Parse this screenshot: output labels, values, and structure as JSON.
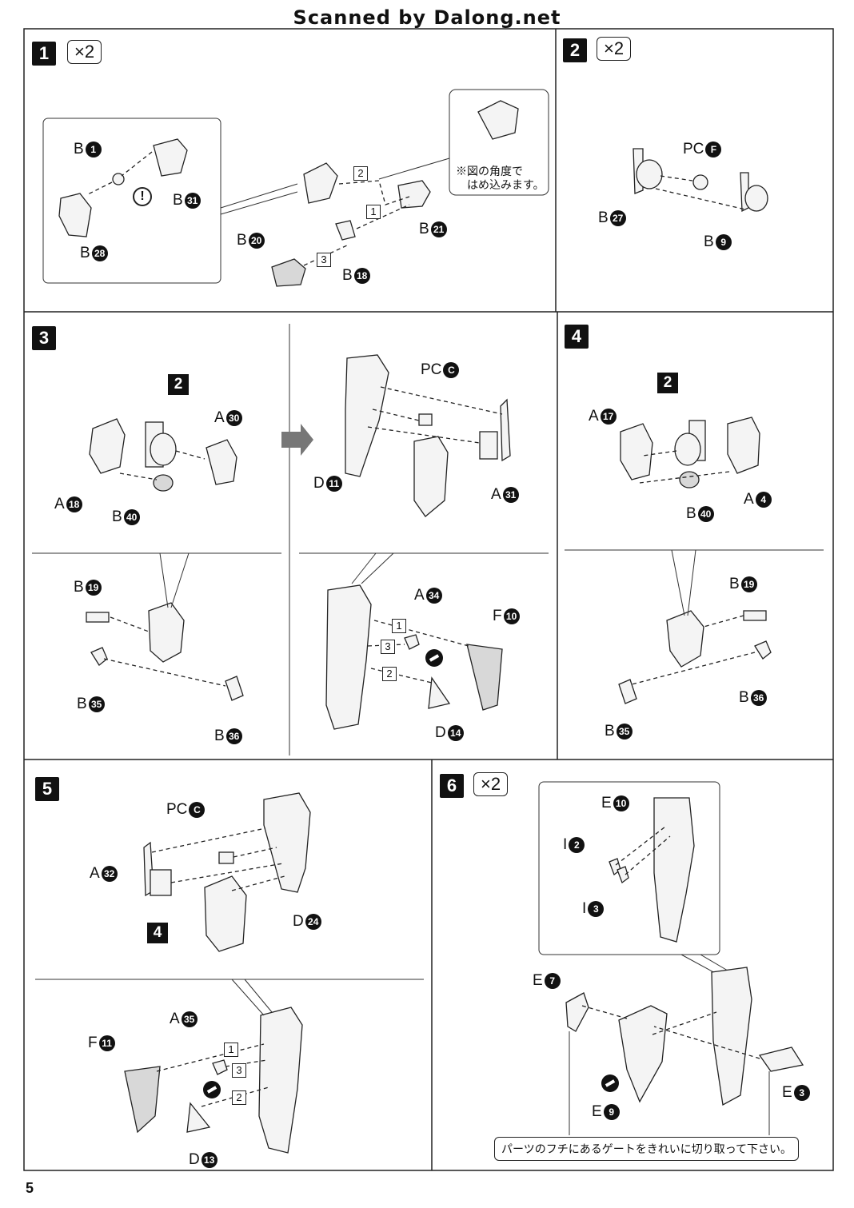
{
  "header": {
    "watermark": "Scanned by Dalong.net"
  },
  "page_number": "5",
  "steps": {
    "s1": {
      "number": "1",
      "multiplier": "×2",
      "labels": {
        "b1": "B",
        "b1n": "1",
        "b31": "B",
        "b31n": "31",
        "b28": "B",
        "b28n": "28",
        "b20": "B",
        "b20n": "20",
        "b21": "B",
        "b21n": "21",
        "b18": "B",
        "b18n": "18"
      },
      "order": [
        "2",
        "1",
        "3"
      ],
      "note_line1": "※図の角度で",
      "note_line2": "はめ込みます。",
      "caution_mark": "!"
    },
    "s2": {
      "number": "2",
      "multiplier": "×2",
      "labels": {
        "pcf": "PC",
        "pcfn": "F",
        "b27": "B",
        "b27n": "27",
        "b9": "B",
        "b9n": "9"
      }
    },
    "s3": {
      "number": "3",
      "ref_step": "2",
      "labels": {
        "a30": "A",
        "a30n": "30",
        "a18": "A",
        "a18n": "18",
        "b40": "B",
        "b40n": "40",
        "pcc": "PC",
        "pccn": "C",
        "d11": "D",
        "d11n": "11",
        "a31": "A",
        "a31n": "31",
        "b19": "B",
        "b19n": "19",
        "b35": "B",
        "b35n": "35",
        "b36": "B",
        "b36n": "36",
        "a34": "A",
        "a34n": "34",
        "f10": "F",
        "f10n": "10",
        "d14": "D",
        "d14n": "14"
      },
      "order": [
        "1",
        "3",
        "2"
      ]
    },
    "s4": {
      "number": "4",
      "ref_step": "2",
      "labels": {
        "a17": "A",
        "a17n": "17",
        "a4": "A",
        "a4n": "4",
        "b40": "B",
        "b40n": "40",
        "b19": "B",
        "b19n": "19",
        "b36": "B",
        "b36n": "36",
        "b35": "B",
        "b35n": "35"
      }
    },
    "s5": {
      "number": "5",
      "ref_step": "4",
      "labels": {
        "pcc": "PC",
        "pccn": "C",
        "a32": "A",
        "a32n": "32",
        "d24": "D",
        "d24n": "24",
        "a35": "A",
        "a35n": "35",
        "f11": "F",
        "f11n": "11",
        "d13": "D",
        "d13n": "13"
      },
      "order": [
        "1",
        "3",
        "2"
      ]
    },
    "s6": {
      "number": "6",
      "multiplier": "×2",
      "labels": {
        "e10": "E",
        "e10n": "10",
        "i2": "I",
        "i2n": "2",
        "i3": "I",
        "i3n": "3",
        "e7": "E",
        "e7n": "7",
        "e9": "E",
        "e9n": "9",
        "e3": "E",
        "e3n": "3"
      },
      "caption": "パーツのフチにあるゲートをきれいに切り取って下さい。"
    }
  }
}
